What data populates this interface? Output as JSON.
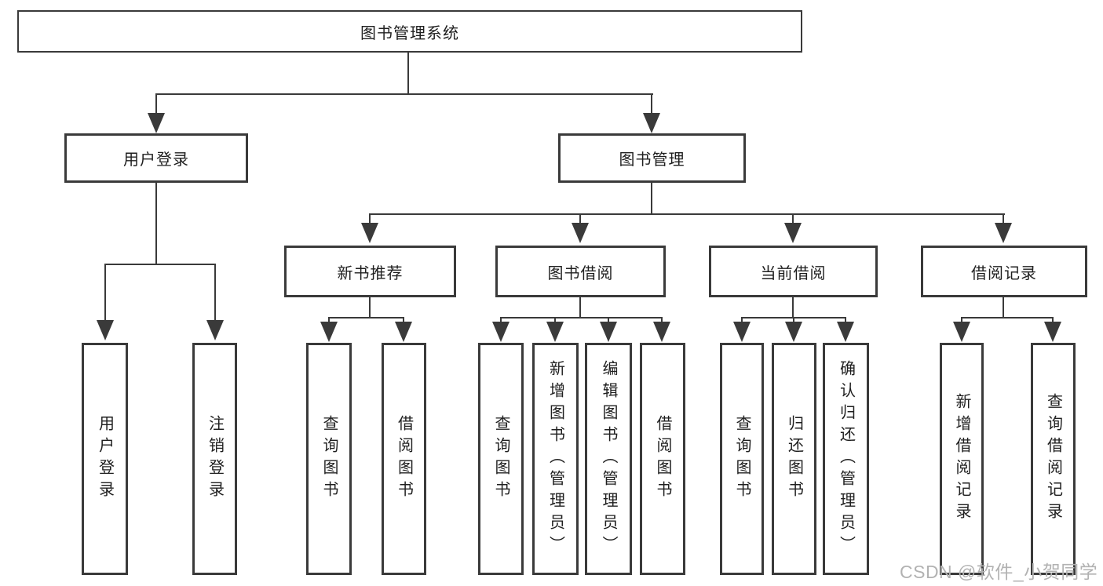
{
  "tree": {
    "root": "图书管理系统",
    "branches": {
      "login": {
        "label": "用户登录",
        "children": [
          "用户登录",
          "注销登录"
        ]
      },
      "management": {
        "label": "图书管理",
        "children": {
          "new_book": {
            "label": "新书推荐",
            "children": [
              "查询图书",
              "借阅图书"
            ]
          },
          "borrow": {
            "label": "图书借阅",
            "children": [
              "查询图书",
              "新增图书（管理员）",
              "编辑图书（管理员）",
              "借阅图书"
            ]
          },
          "current": {
            "label": "当前借阅",
            "children": [
              "查询图书",
              "归还图书",
              "确认归还（管理员）"
            ]
          },
          "records": {
            "label": "借阅记录",
            "children": [
              "新增借阅记录",
              "查询借阅记录"
            ]
          }
        }
      }
    }
  },
  "watermark": "CSDN @软件_小贺同学",
  "colors": {
    "line": "#3a3a3a",
    "text": "#1f1f1f",
    "watermark": "#b2b2b2",
    "background": "#ffffff"
  }
}
